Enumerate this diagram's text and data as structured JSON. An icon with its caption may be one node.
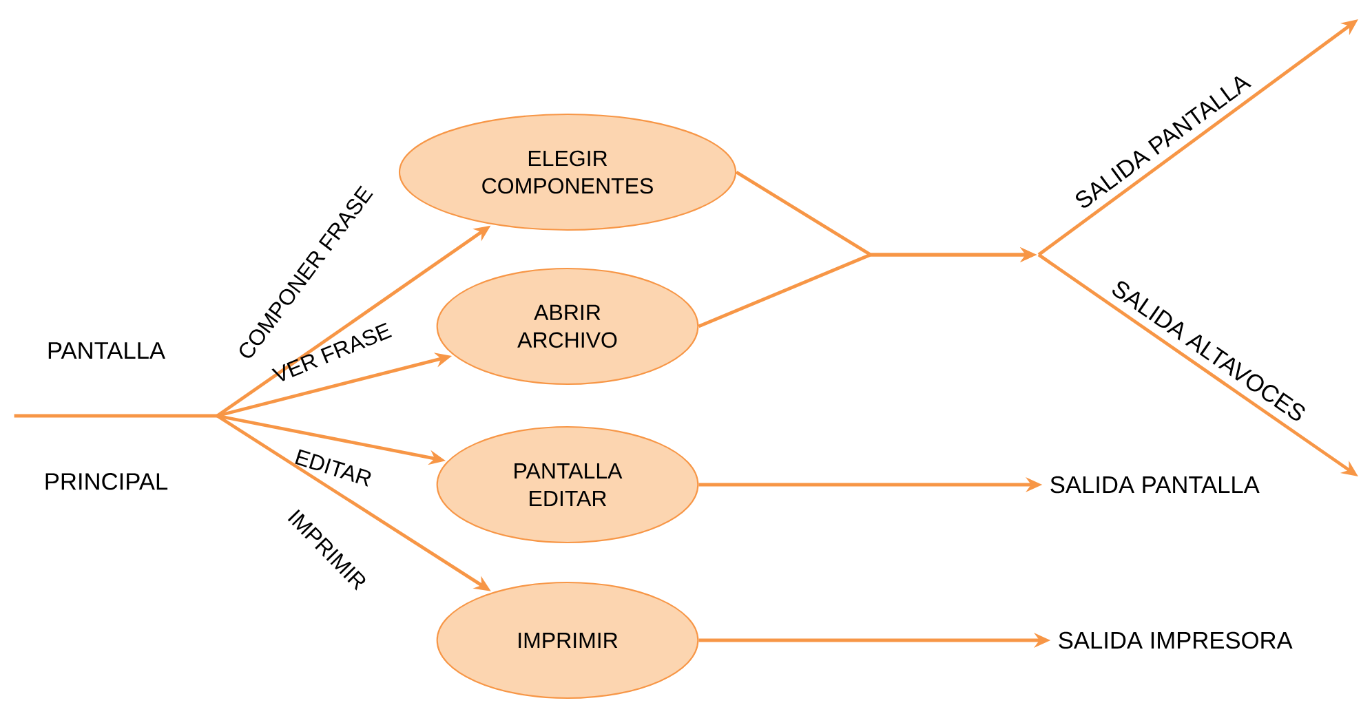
{
  "diagram": {
    "nodes": [
      {
        "text": [
          "PANTALLA",
          "PRINCIPAL"
        ]
      },
      {
        "text": [
          "ELEGIR COMPONENTES"
        ]
      },
      {
        "text": [
          "ABRIR ARCHIVO"
        ]
      },
      {
        "text": [
          "PANTALLA EDITAR"
        ]
      },
      {
        "text": [
          "IMPRIMIR"
        ]
      },
      {
        "text": [
          "SALIDA PANTALLA"
        ]
      },
      {
        "text": [
          "SALIDA IMPRESORA"
        ]
      }
    ],
    "edges": [
      {
        "from": 0,
        "to": 1,
        "arrow": "to",
        "label": "COMPONER FRASE"
      },
      {
        "from": 0,
        "to": 2,
        "arrow": "to",
        "label": "VER FRASE"
      },
      {
        "from": 0,
        "to": 3,
        "arrow": "to",
        "label": "EDITAR"
      },
      {
        "from": 0,
        "to": 4,
        "arrow": "to",
        "label": "IMPRIMIR"
      },
      {
        "from": 1,
        "to": null,
        "arrow": "to"
      },
      {
        "from": 2,
        "to": null,
        "arrow": "to"
      },
      {
        "from": 3,
        "to": 5,
        "arrow": "to"
      },
      {
        "from": 4,
        "to": 6,
        "arrow": "to"
      }
    ],
    "labels": [
      "SALIDA PANTALLA",
      "SALIDA ALTAVOCES"
    ]
  }
}
